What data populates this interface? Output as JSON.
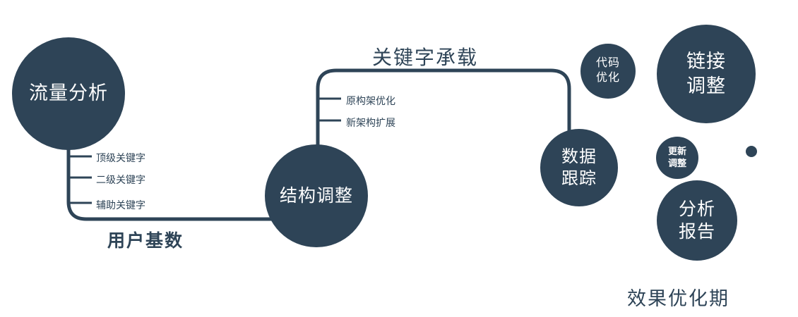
{
  "theme": {
    "accent": "#2e4457",
    "background": "#ffffff"
  },
  "diagram": {
    "nodes": {
      "traffic_analysis": {
        "label": "流量分析"
      },
      "structure_adjustment": {
        "label": "结构调整"
      },
      "data_tracking": {
        "line1": "数据",
        "line2": "跟踪"
      },
      "code_optimization": {
        "line1": "代码",
        "line2": "优化"
      },
      "link_adjustment": {
        "line1": "链接",
        "line2": "调整"
      },
      "update_adjustment": {
        "line1": "更新",
        "line2": "调整"
      },
      "analysis_report": {
        "line1": "分析",
        "line2": "报告"
      }
    },
    "edge_labels": {
      "user_base": "用户基数",
      "keyword_carrying": "关键字承载"
    },
    "branches": {
      "traffic": [
        "顶级关键字",
        "二级关键字",
        "辅助关键字"
      ],
      "structure": [
        "原构架优化",
        "新架构扩展"
      ]
    },
    "caption": "效果优化期"
  }
}
